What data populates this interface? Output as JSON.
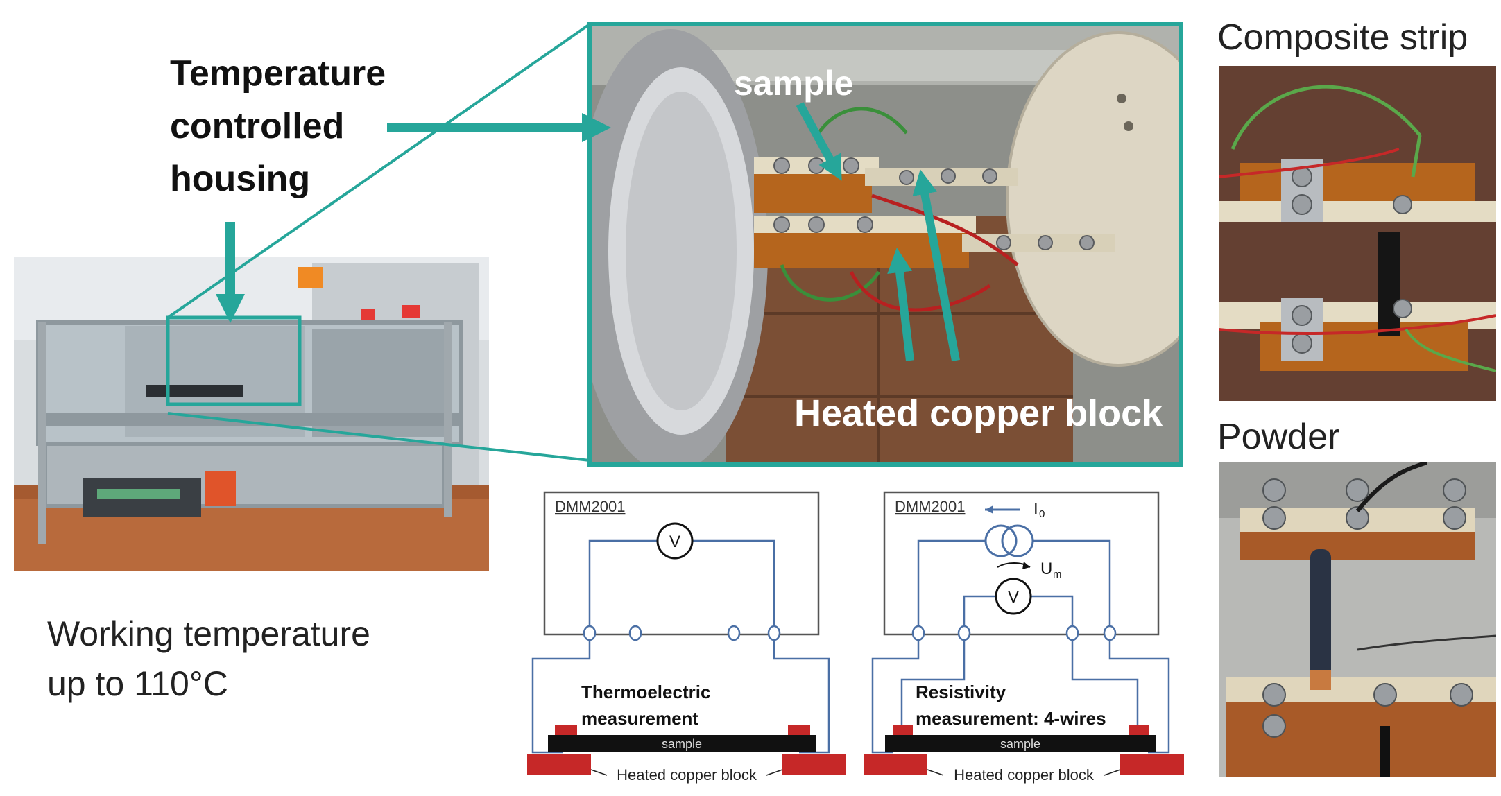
{
  "callouts": {
    "housing_line1": "Temperature",
    "housing_line2": "controlled",
    "housing_line3": "housing",
    "sample": "sample",
    "copper_block": "Heated copper block"
  },
  "working_temp": {
    "line1": "Working temperature",
    "line2": "up to 110°C"
  },
  "samples": {
    "composite": "Composite strip",
    "powder": "Powder"
  },
  "circuit_left": {
    "device": "DMM2001",
    "meter": "V",
    "title_line1": "Thermoelectric",
    "title_line2": "measurement",
    "sample": "sample",
    "block": "Heated copper block"
  },
  "circuit_right": {
    "device": "DMM2001",
    "current": "I",
    "current_sub": "0",
    "voltage": "U",
    "voltage_sub": "m",
    "meter": "V",
    "title_line1": "Resistivity",
    "title_line2": "measurement: 4-wires",
    "sample": "sample",
    "block": "Heated copper block"
  },
  "colors": {
    "accent": "#26a69a",
    "copper": "#b5651d",
    "circuit_wire": "#4a6fa5",
    "heater_red": "#c62828"
  }
}
